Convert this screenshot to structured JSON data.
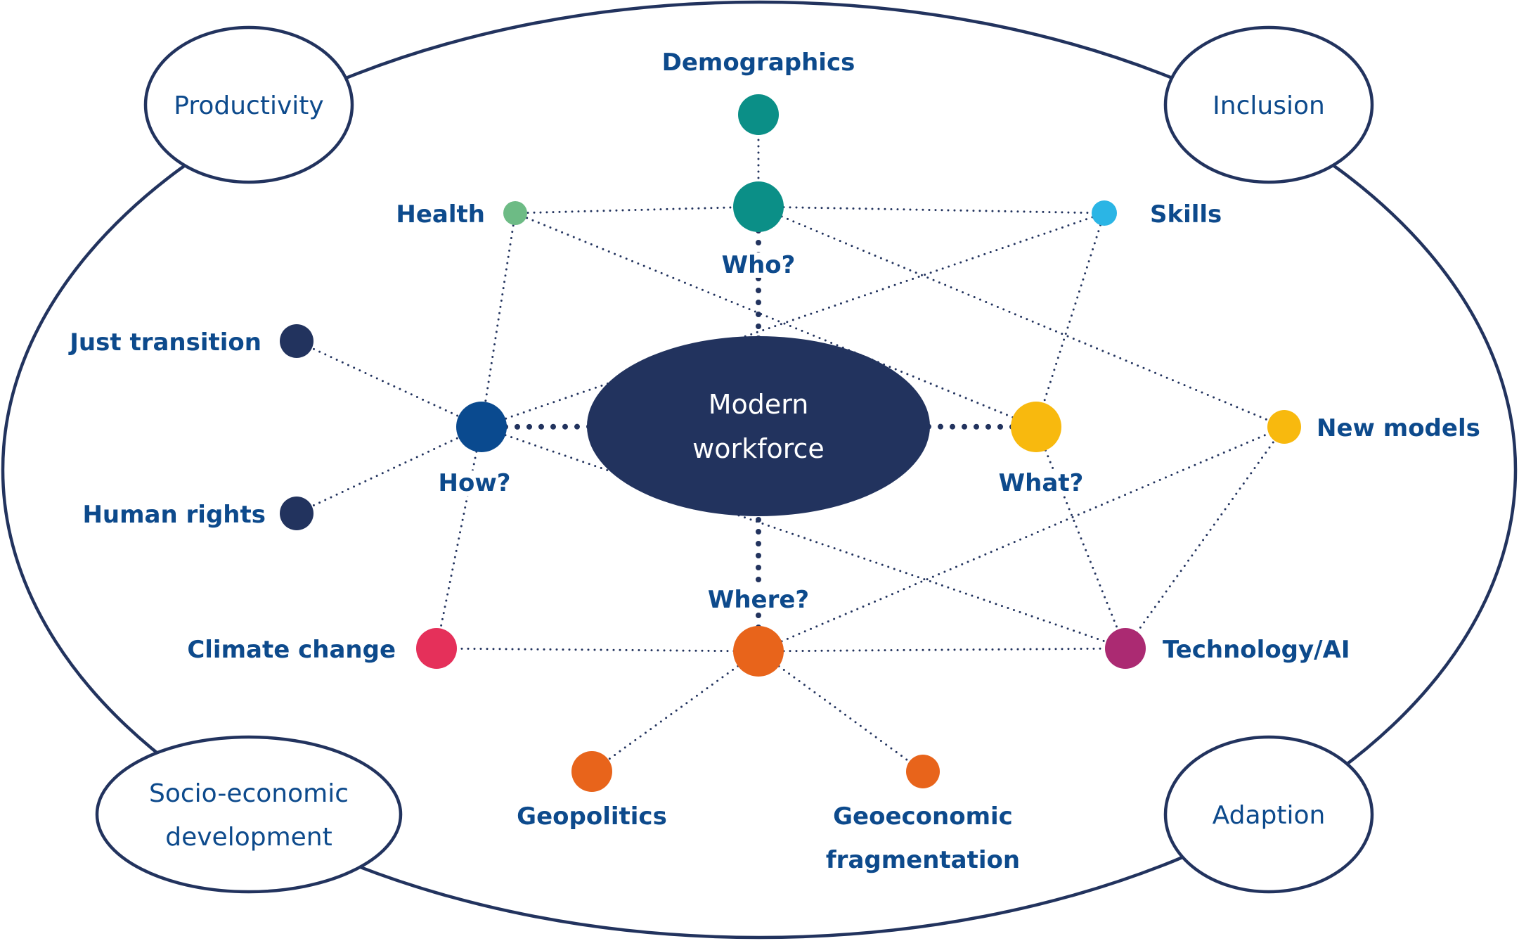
{
  "diagram": {
    "center": {
      "id": "modern-workforce",
      "label_lines": [
        "Modern",
        "workforce"
      ],
      "color": "#22335e"
    },
    "outer_themes": [
      {
        "id": "productivity",
        "label_lines": [
          "Productivity"
        ]
      },
      {
        "id": "inclusion",
        "label_lines": [
          "Inclusion"
        ]
      },
      {
        "id": "socio-economic",
        "label_lines": [
          "Socio-economic",
          "development"
        ]
      },
      {
        "id": "adaption",
        "label_lines": [
          "Adaption"
        ]
      }
    ],
    "questions": [
      {
        "id": "who",
        "label": "Who?",
        "color": "#0b8f87"
      },
      {
        "id": "how",
        "label": "How?",
        "color": "#0a4a8f"
      },
      {
        "id": "what",
        "label": "What?",
        "color": "#f8b90e"
      },
      {
        "id": "where",
        "label": "Where?",
        "color": "#e8641b"
      }
    ],
    "topics": [
      {
        "id": "demographics",
        "label_lines": [
          "Demographics"
        ],
        "color": "#0b8f87",
        "question": "who"
      },
      {
        "id": "health",
        "label_lines": [
          "Health"
        ],
        "color": "#6dbb85",
        "question": "who"
      },
      {
        "id": "skills",
        "label_lines": [
          "Skills"
        ],
        "color": "#2bb5e5",
        "question": "who"
      },
      {
        "id": "just-transition",
        "label_lines": [
          "Just transition"
        ],
        "color": "#22335e",
        "question": "how"
      },
      {
        "id": "human-rights",
        "label_lines": [
          "Human rights"
        ],
        "color": "#22335e",
        "question": "how"
      },
      {
        "id": "new-models",
        "label_lines": [
          "New models"
        ],
        "color": "#f8b90e",
        "question": "what"
      },
      {
        "id": "climate-change",
        "label_lines": [
          "Climate change"
        ],
        "color": "#e5305a",
        "question": "where"
      },
      {
        "id": "technology-ai",
        "label_lines": [
          "Technology/AI"
        ],
        "color": "#ab2a72",
        "question": "what"
      },
      {
        "id": "geopolitics",
        "label_lines": [
          "Geopolitics"
        ],
        "color": "#e8641b",
        "question": "where"
      },
      {
        "id": "geoeconomic-fragmentation",
        "label_lines": [
          "Geoeconomic",
          "fragmentation"
        ],
        "color": "#e8641b",
        "question": "where"
      }
    ],
    "edges_strong": [
      [
        "who",
        "modern-workforce"
      ],
      [
        "how",
        "modern-workforce"
      ],
      [
        "what",
        "modern-workforce"
      ],
      [
        "where",
        "modern-workforce"
      ]
    ],
    "edges": [
      [
        "demographics",
        "who"
      ],
      [
        "health",
        "who"
      ],
      [
        "who",
        "skills"
      ],
      [
        "health",
        "how"
      ],
      [
        "health",
        "what"
      ],
      [
        "who",
        "new-models"
      ],
      [
        "skills",
        "how"
      ],
      [
        "skills",
        "what"
      ],
      [
        "just-transition",
        "how"
      ],
      [
        "human-rights",
        "how"
      ],
      [
        "how",
        "climate-change"
      ],
      [
        "how",
        "technology-ai"
      ],
      [
        "climate-change",
        "where"
      ],
      [
        "where",
        "technology-ai"
      ],
      [
        "where",
        "new-models"
      ],
      [
        "where",
        "geopolitics"
      ],
      [
        "where",
        "geoeconomic-fragmentation"
      ],
      [
        "what",
        "technology-ai"
      ],
      [
        "new-models",
        "technology-ai"
      ]
    ],
    "colors": {
      "line": "#22335e",
      "label": "#0d4a8c"
    }
  }
}
